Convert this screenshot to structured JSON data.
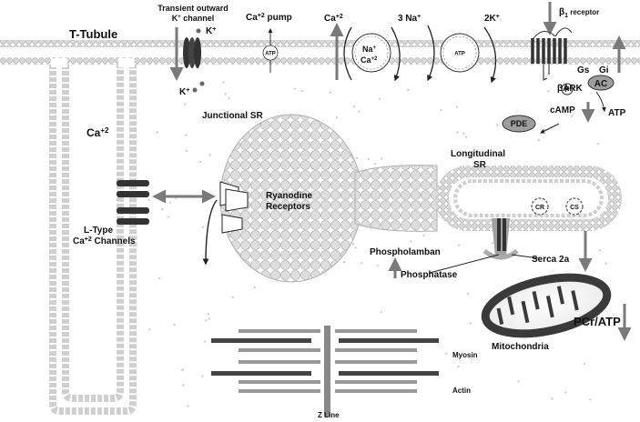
{
  "labels": {
    "t_tubule": "T-Tubule",
    "transient_outward_line1": "Transient outward",
    "transient_outward_k": "K",
    "transient_outward_sup": "+",
    "transient_outward_line2": " channel",
    "k_plus": "K",
    "k_plus_sup": "+",
    "k_plus_bottom": "K",
    "k_plus_bottom_sup": "+",
    "ca_pump": "Ca",
    "ca_pump_sup": "+2",
    "ca_pump_suffix": " pump",
    "atp": "ATP",
    "ca_exchanger": "Ca",
    "ca_exchanger_sup": "+2",
    "na_exchanger": "3 Na",
    "na_exchanger_sup": "+",
    "two_k": "2K",
    "two_k_sup": "+",
    "exch_na": "Na",
    "exch_na_sup": "+",
    "exch_ca": "Ca",
    "exch_ca_sup": "+2",
    "beta_receptor": "β",
    "beta_receptor_sub": "1",
    "beta_receptor_suffix": " receptor",
    "gs": "Gs",
    "gi": "Gi",
    "p": "P",
    "bark": "βARK",
    "ac": "AC",
    "camp": "cAMP",
    "atp_right": "ATP",
    "pde": "PDE",
    "junctional_sr": "Junctional SR",
    "ca_cytosol": "Ca",
    "ca_cytosol_sup": "+2",
    "ryanodine_1": "Ryanodine",
    "ryanodine_2": "Receptors",
    "l_type_1": "L-Type",
    "l_type_2": "Ca",
    "l_type_2_sup": "+2",
    "l_type_2_suffix": " Channels",
    "longitudinal_1": "Longitudinal",
    "longitudinal_2": "SR",
    "cr": "CR",
    "cs": "CS",
    "phospholamban": "Phospholamban",
    "phosphatase": "Phosphatase",
    "serca": "Serca 2a",
    "pcr_atp": "PCr/ATP",
    "mitochondria": "Mitochondria",
    "myosin": "Myosin",
    "actin": "Actin",
    "z_line": "Z Line"
  },
  "colors": {
    "membrane_bead": "#d9d9d9",
    "membrane_edge": "#9a9a9a",
    "arrow_gray": "#7a7a7a",
    "dark": "#333333",
    "mito": "#3a3a3a",
    "enzyme": "#9e9e9e"
  }
}
